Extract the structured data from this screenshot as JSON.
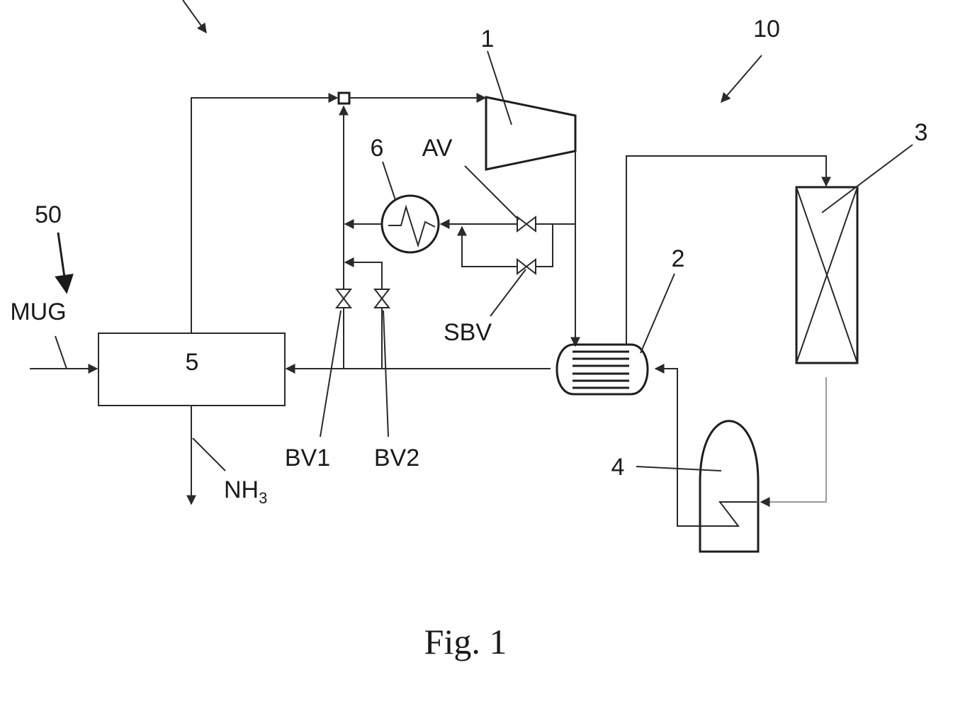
{
  "labels": {
    "ref_1": "1",
    "ref_2": "2",
    "ref_3": "3",
    "ref_4": "4",
    "ref_5": "5",
    "ref_6": "6",
    "ref_10": "10",
    "ref_50": "50",
    "av": "AV",
    "sbv": "SBV",
    "bv1": "BV1",
    "bv2": "BV2",
    "mug": "MUG",
    "nh3_main": "NH",
    "nh3_sub": "3"
  },
  "caption": "Fig. 1"
}
